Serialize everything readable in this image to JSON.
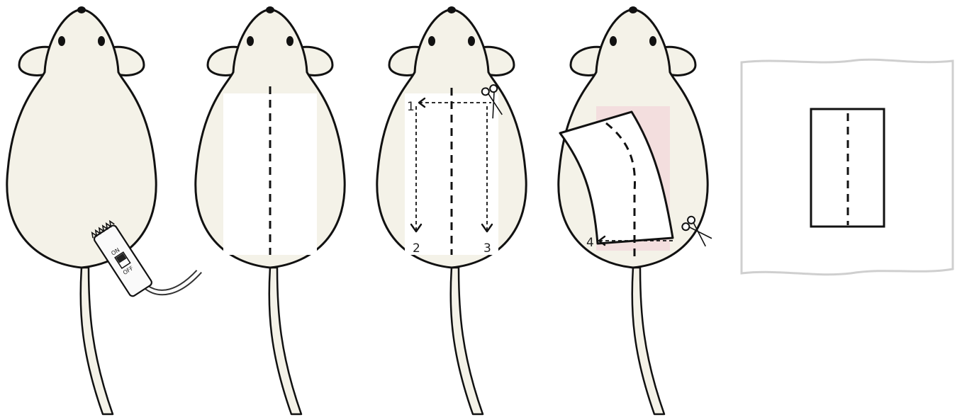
{
  "panels": [
    {
      "id": "shave"
    },
    {
      "id": "shaved-area"
    },
    {
      "id": "cut-lines"
    },
    {
      "id": "skin-peel"
    },
    {
      "id": "mounted-skin"
    }
  ],
  "cut_labels": [
    "1",
    "2",
    "3",
    "4"
  ],
  "clipper": {
    "on_label": "ON",
    "off_label": "OFF"
  },
  "colors": {
    "mouse_fill": "#f4f2e8",
    "shaved_area": "#ffffff",
    "skin_pink": "#f3dede",
    "paper_edge": "#cfcfcf",
    "outline": "#111111"
  },
  "icons": [
    "hair-clipper-icon",
    "scissors-icon",
    "scissors-icon"
  ]
}
